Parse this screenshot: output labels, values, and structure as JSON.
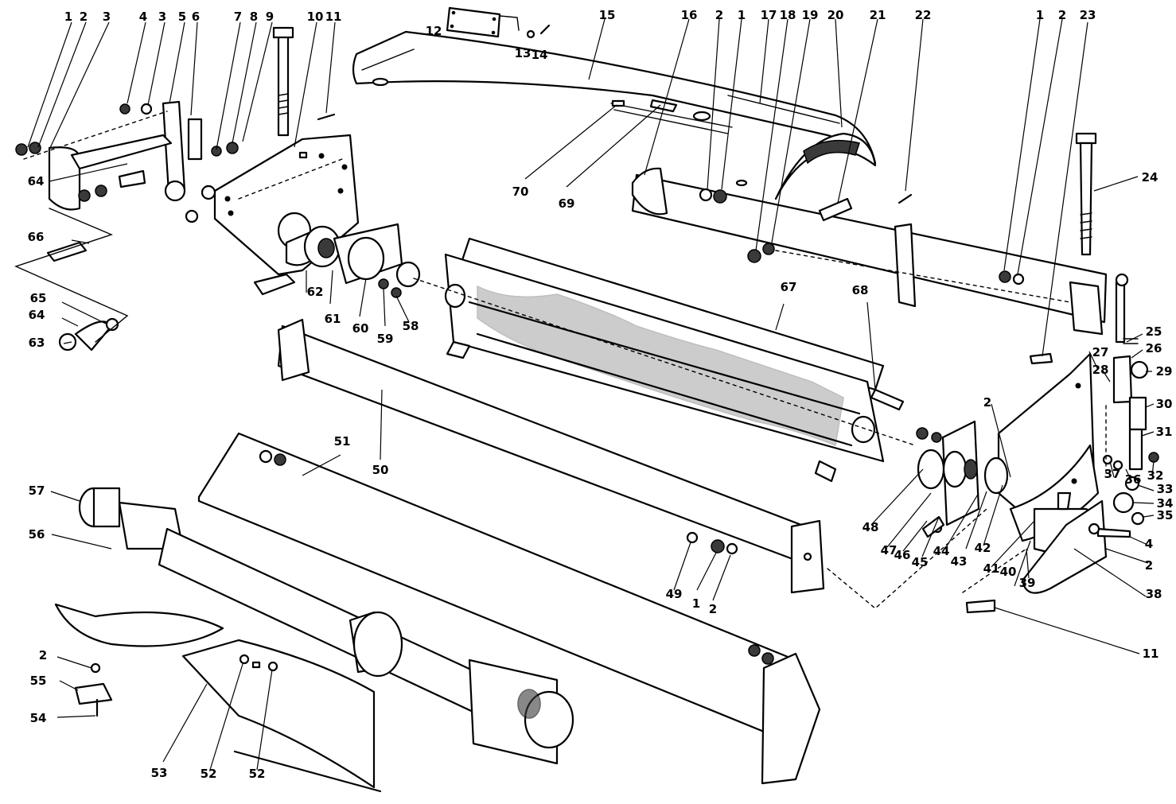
{
  "figure": {
    "type": "exploded-parts-diagram",
    "callouts": [
      {
        "id": "c1a",
        "text": "1"
      },
      {
        "id": "c2a",
        "text": "2"
      },
      {
        "id": "c3a",
        "text": "3"
      },
      {
        "id": "c4a",
        "text": "4"
      },
      {
        "id": "c3b",
        "text": "3"
      },
      {
        "id": "c5",
        "text": "5"
      },
      {
        "id": "c6",
        "text": "6"
      },
      {
        "id": "c7",
        "text": "7"
      },
      {
        "id": "c8",
        "text": "8"
      },
      {
        "id": "c9",
        "text": "9"
      },
      {
        "id": "c10",
        "text": "10"
      },
      {
        "id": "c11a",
        "text": "11"
      },
      {
        "id": "c12",
        "text": "12"
      },
      {
        "id": "c13",
        "text": "13"
      },
      {
        "id": "c14",
        "text": "14"
      },
      {
        "id": "c15",
        "text": "15"
      },
      {
        "id": "c16",
        "text": "16"
      },
      {
        "id": "c2b",
        "text": "2"
      },
      {
        "id": "c1b",
        "text": "1"
      },
      {
        "id": "c17",
        "text": "17"
      },
      {
        "id": "c18",
        "text": "18"
      },
      {
        "id": "c19",
        "text": "19"
      },
      {
        "id": "c20",
        "text": "20"
      },
      {
        "id": "c21",
        "text": "21"
      },
      {
        "id": "c22",
        "text": "22"
      },
      {
        "id": "c1c",
        "text": "1"
      },
      {
        "id": "c2c",
        "text": "2"
      },
      {
        "id": "c23",
        "text": "23"
      },
      {
        "id": "c24",
        "text": "24"
      },
      {
        "id": "c64a",
        "text": "64"
      },
      {
        "id": "c66",
        "text": "66"
      },
      {
        "id": "c65",
        "text": "65"
      },
      {
        "id": "c64b",
        "text": "64"
      },
      {
        "id": "c63",
        "text": "63"
      },
      {
        "id": "c62",
        "text": "62"
      },
      {
        "id": "c61",
        "text": "61"
      },
      {
        "id": "c60",
        "text": "60"
      },
      {
        "id": "c59",
        "text": "59"
      },
      {
        "id": "c58",
        "text": "58"
      },
      {
        "id": "c70",
        "text": "70"
      },
      {
        "id": "c69",
        "text": "69"
      },
      {
        "id": "c67",
        "text": "67"
      },
      {
        "id": "c68",
        "text": "68"
      },
      {
        "id": "c25",
        "text": "25"
      },
      {
        "id": "c26",
        "text": "26"
      },
      {
        "id": "c27",
        "text": "27"
      },
      {
        "id": "c28",
        "text": "28"
      },
      {
        "id": "c29",
        "text": "29"
      },
      {
        "id": "c30",
        "text": "30"
      },
      {
        "id": "c2d",
        "text": "2"
      },
      {
        "id": "c31",
        "text": "31"
      },
      {
        "id": "c32",
        "text": "32"
      },
      {
        "id": "c37",
        "text": "37"
      },
      {
        "id": "c36",
        "text": "36"
      },
      {
        "id": "c33",
        "text": "33"
      },
      {
        "id": "c34",
        "text": "34"
      },
      {
        "id": "c35",
        "text": "35"
      },
      {
        "id": "c4b",
        "text": "4"
      },
      {
        "id": "c2e",
        "text": "2"
      },
      {
        "id": "c38",
        "text": "38"
      },
      {
        "id": "c39",
        "text": "39"
      },
      {
        "id": "c40",
        "text": "40"
      },
      {
        "id": "c41",
        "text": "41"
      },
      {
        "id": "c42",
        "text": "42"
      },
      {
        "id": "c43",
        "text": "43"
      },
      {
        "id": "c44",
        "text": "44"
      },
      {
        "id": "c45",
        "text": "45"
      },
      {
        "id": "c46",
        "text": "46"
      },
      {
        "id": "c47",
        "text": "47"
      },
      {
        "id": "c48",
        "text": "48"
      },
      {
        "id": "c11b",
        "text": "11"
      },
      {
        "id": "c57",
        "text": "57"
      },
      {
        "id": "c56",
        "text": "56"
      },
      {
        "id": "c51",
        "text": "51"
      },
      {
        "id": "c50",
        "text": "50"
      },
      {
        "id": "c49",
        "text": "49"
      },
      {
        "id": "c1d",
        "text": "1"
      },
      {
        "id": "c2f",
        "text": "2"
      },
      {
        "id": "c2g",
        "text": "2"
      },
      {
        "id": "c55",
        "text": "55"
      },
      {
        "id": "c54",
        "text": "54"
      },
      {
        "id": "c53",
        "text": "53"
      },
      {
        "id": "c52a",
        "text": "52"
      },
      {
        "id": "c52b",
        "text": "52"
      }
    ]
  }
}
